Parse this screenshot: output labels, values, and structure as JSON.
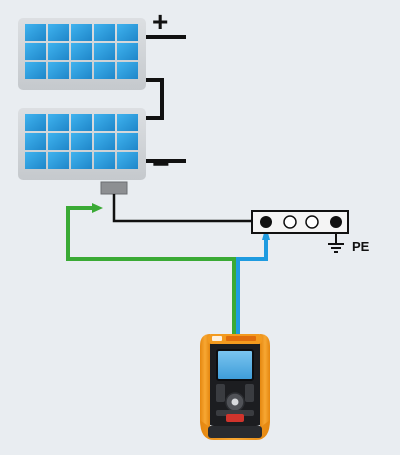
{
  "labels": {
    "positive": "+",
    "negative": "−",
    "earth": "PE"
  },
  "colors": {
    "background": "#e9edf1",
    "panel_frame": "#d2d5d9",
    "panel_cell": "#2f9ee0",
    "wire_black": "#111111",
    "wire_green": "#3aaa35",
    "wire_blue": "#1e9be0",
    "instrument_body": "#2a2c30",
    "instrument_accent": "#f39a1e",
    "instrument_screen": "#5ab1e6"
  },
  "components": {
    "solar_panels": 2,
    "panel_cell_rows": 3,
    "panel_cell_cols": 5,
    "terminal_block_sockets": 4
  },
  "icons": {
    "earth": "earth-ground-icon",
    "instrument": "installation-tester-icon"
  }
}
